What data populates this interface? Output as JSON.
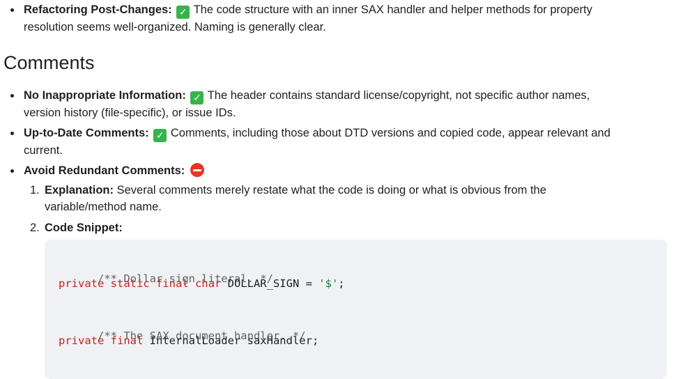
{
  "top_list": [
    {
      "label": "Refactoring Post-Changes:",
      "status_icon": "check-mark-icon",
      "text_line1": " The code structure with an inner SAX handler and helper methods for property",
      "text_line2": "resolution seems well-organized. Naming is generally clear."
    }
  ],
  "comments_section": {
    "heading": "Comments",
    "items": [
      {
        "label": "No Inappropriate Information:",
        "status_icon": "check-mark-icon",
        "text_line1": " The header contains standard license/copyright, not specific author names,",
        "text_line2": "version history (file-specific), or issue IDs."
      },
      {
        "label": "Up-to-Date Comments:",
        "status_icon": "check-mark-icon",
        "text_line1": " Comments, including those about DTD versions and copied code, appear relevant and",
        "text_line2": "current."
      },
      {
        "label": "Avoid Redundant Comments:",
        "status_icon": "stop-sign-icon"
      }
    ],
    "sub_items": [
      {
        "marker": "1.",
        "label": "Explanation:",
        "text_line1": " Several comments merely restate what the code is doing or what is obvious from the",
        "text_line2": "variable/method name."
      },
      {
        "marker": "2.",
        "label": "Code Snippet:"
      }
    ]
  },
  "code": {
    "line1_comment": "/** Dollar sign literal. */",
    "line2_kw": "private static final char",
    "line2_rest": " DOLLAR_SIGN = ",
    "line2_str": "'$'",
    "line2_end": ";",
    "line3_comment": "/** The SAX document handler. */",
    "line4_kw": "private final",
    "line4_rest": " InternalLoader saxHandler;"
  },
  "colors": {
    "check_green": "#35b44a",
    "stop_red": "#e8351e",
    "keyword_red": "#c5221f",
    "string_green": "#188038",
    "comment_gray": "#5f6368",
    "code_bg": "#f0f1f4"
  }
}
